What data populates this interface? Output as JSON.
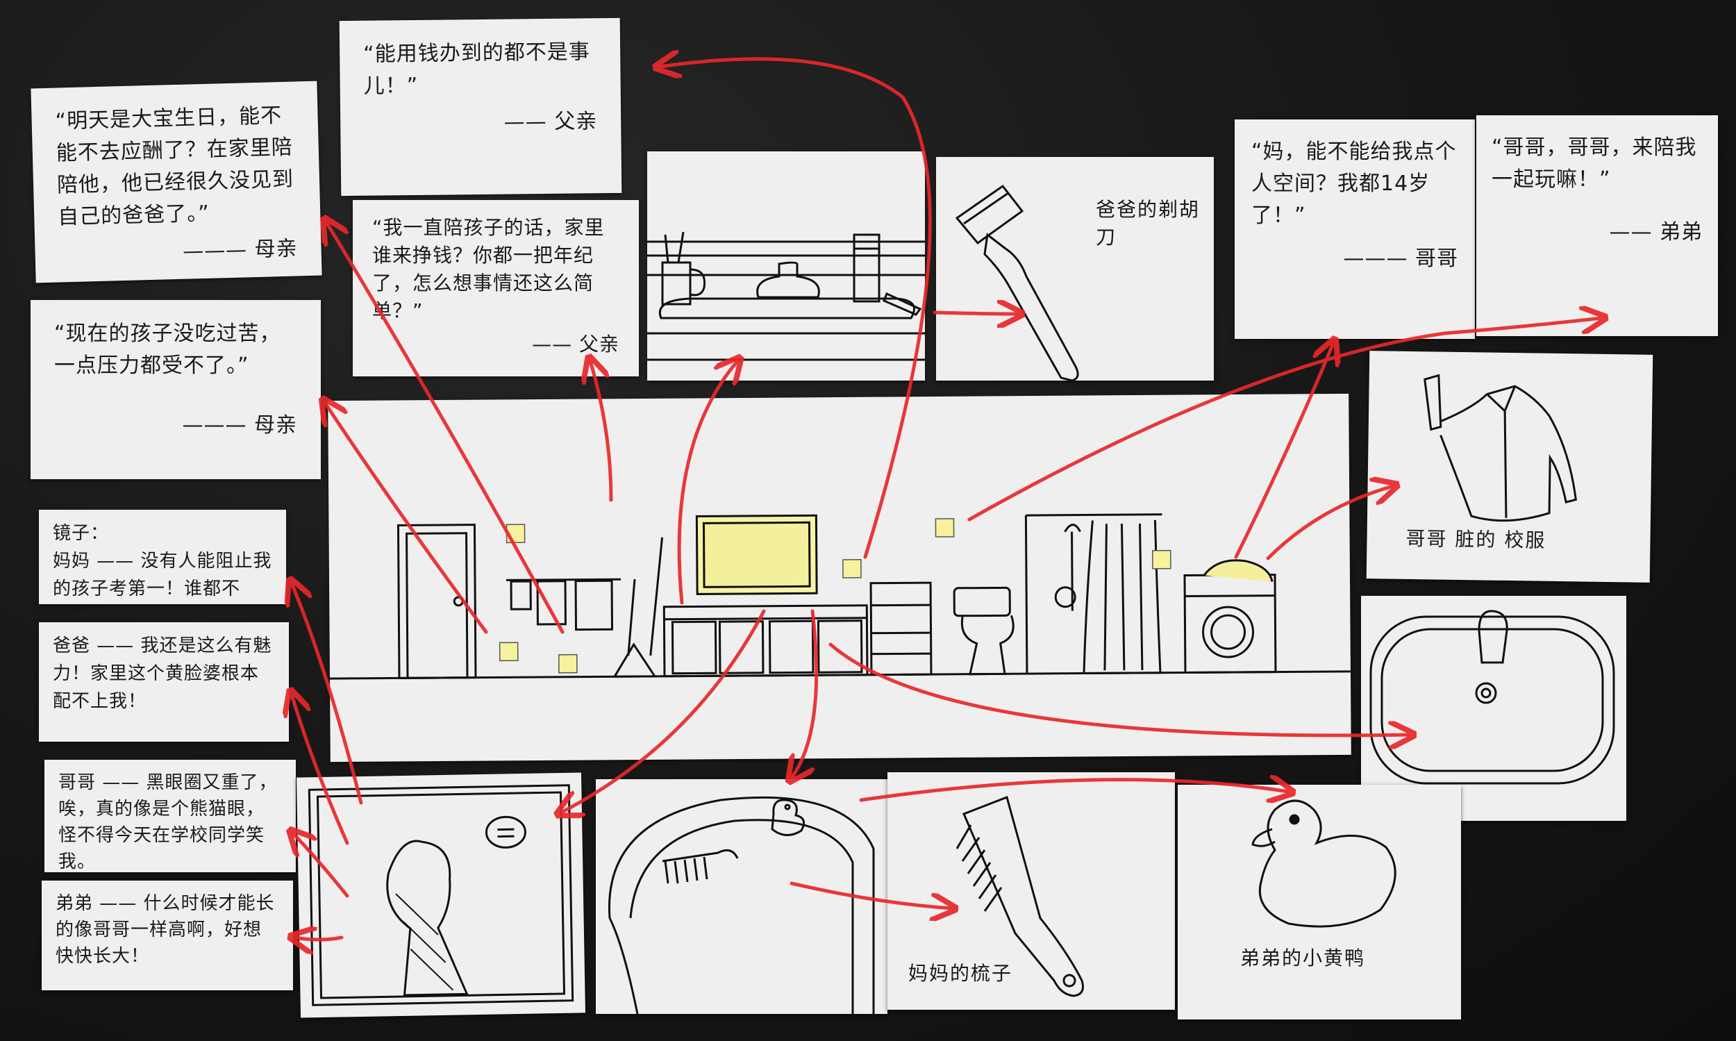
{
  "quotes": {
    "father_money": {
      "text": "“能用钱办到的都不是事儿！”",
      "sig": "—— 父亲"
    },
    "father_earn": {
      "text": "“我一直陪孩子的话，家里谁来挣钱？你都一把年纪了，怎么想事情还这么简单？”",
      "sig": "—— 父亲"
    },
    "mother_birthday": {
      "text": "“明天是大宝生日，能不能不去应酬了？在家里陪陪他，他已经很久没见到自己的爸爸了。”",
      "sig": "——— 母亲"
    },
    "mother_pressure": {
      "text": "“现在的孩子没吃过苦，一点压力都受不了。”",
      "sig": "——— 母亲"
    },
    "brother_space": {
      "text": "“妈，能不能给我点个人空间？我都14岁了！”",
      "sig": "——— 哥哥"
    },
    "younger_play": {
      "text": "“哥哥，哥哥，来陪我一起玩嘛！”",
      "sig": "—— 弟弟"
    }
  },
  "mirror_lines": {
    "title": "镜子：",
    "mother": "妈妈 —— 没有人能阻止我的孩子考第一！谁都不行！",
    "father": "爸爸 —— 我还是这么有魅力！家里这个黄脸婆根本配不上我！",
    "brother": "哥哥 —— 黑眼圈又重了，唉，真的像是个熊猫眼，怪不得今天在学校同学笑我。",
    "younger": "弟弟 —— 什么时候才能长的像哥哥一样高啊，好想快快长大！"
  },
  "item_labels": {
    "razor": "爸爸的剃胡刀",
    "uniform": "哥哥 脏的 校服",
    "comb": "妈妈的梳子",
    "duck": "弟弟的小黄鸭"
  },
  "colors": {
    "arrow": "#e8282b",
    "highlight": "#f4ef9a",
    "paper": "#efefef",
    "background": "#141414"
  }
}
